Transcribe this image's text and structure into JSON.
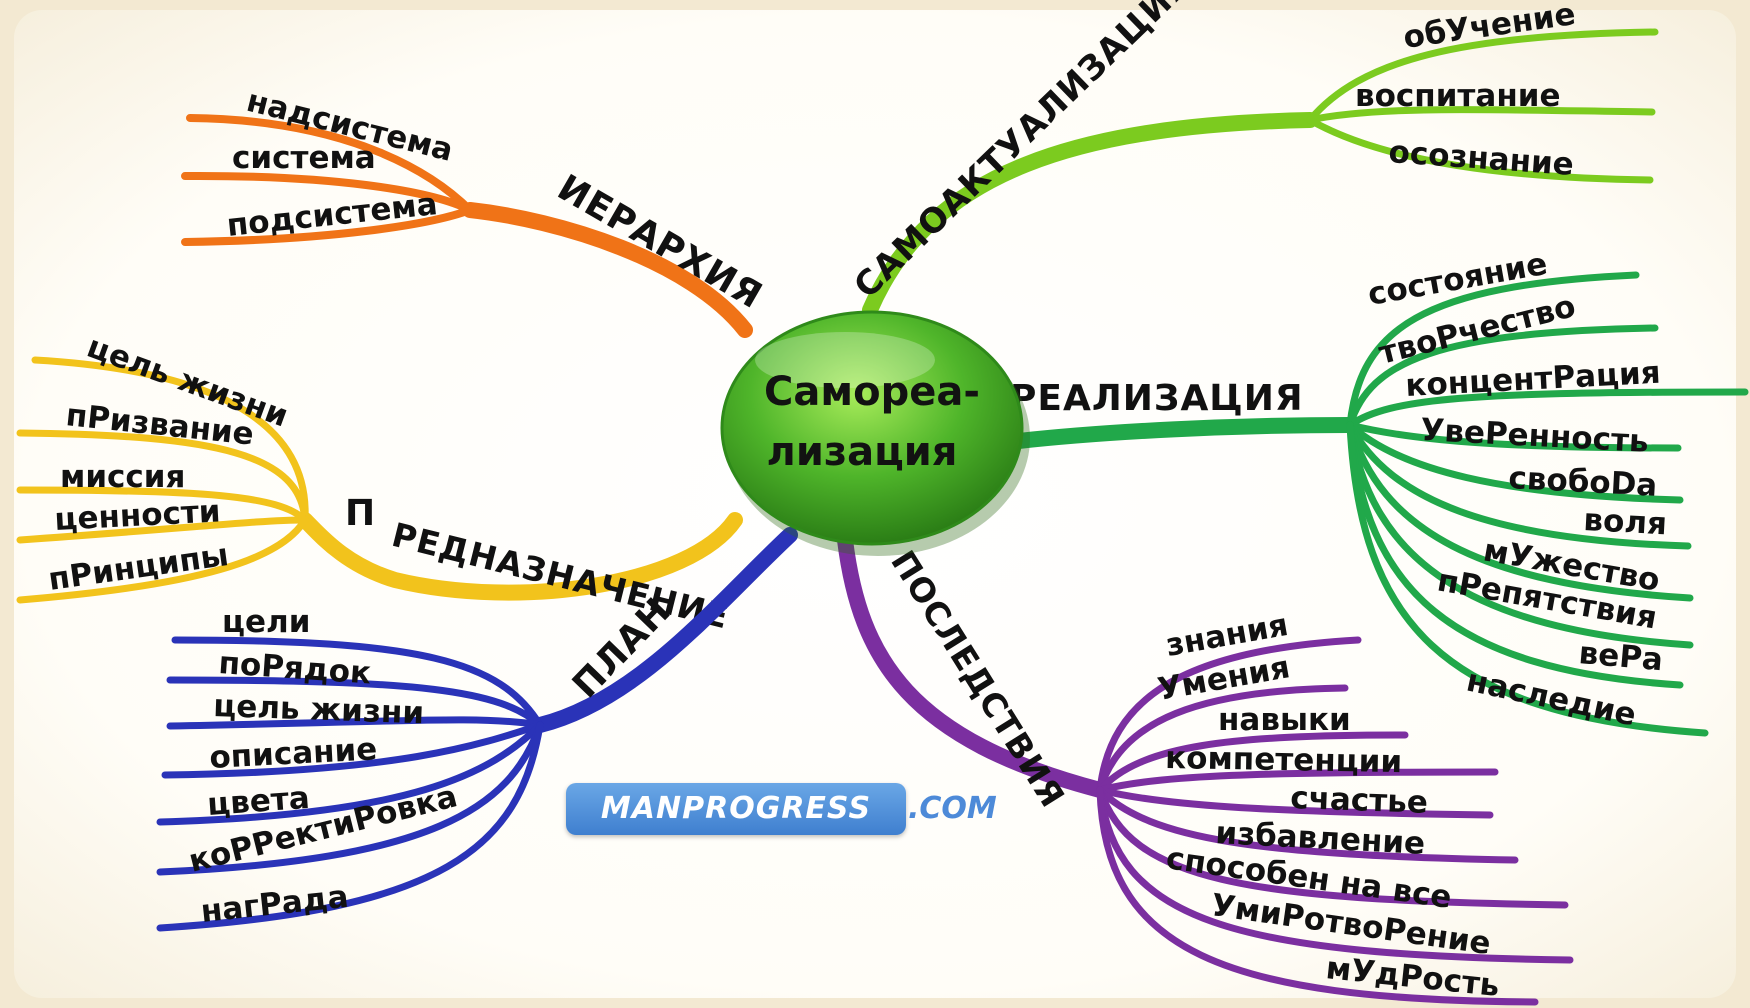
{
  "center": {
    "line1": "Самореа-",
    "line2": "лизация"
  },
  "colors": {
    "hierarchy": "#f07317",
    "self_actualization": "#7ccb1f",
    "realization": "#21a84a",
    "consequences": "#7b2fa0",
    "plan": "#2a33b8",
    "purpose": "#f2c31c",
    "center": "#4fb52a"
  },
  "branches": {
    "hierarchy": {
      "label": "ИЕРАРХИЯ",
      "leaves": [
        "надсистема",
        "система",
        "подсистема"
      ]
    },
    "self_actualization": {
      "label": "САМОАКТУАЛИЗАЦИЯ",
      "leaves": [
        "обУчение",
        "воспитание",
        "осознание"
      ]
    },
    "realization": {
      "label": "РЕАЛИЗАЦИЯ",
      "leaves": [
        "состояние",
        "твоРчество",
        "концентРация",
        "УвеРенность",
        "свобоDа",
        "воля",
        "мУжество",
        "пРепятствия",
        "веРа",
        "наследие"
      ]
    },
    "purpose": {
      "label_first": "П",
      "label_rest": "РЕДНАЗНАЧЕНИЕ",
      "leaves": [
        "цель жизни",
        "пРизвание",
        "миссия",
        "ценности",
        "пРинципы"
      ]
    },
    "plan": {
      "label": "ПЛАН",
      "leaves": [
        "цели",
        "поРядок",
        "цель жизни",
        "описание",
        "цвета",
        "коРРектиРовка",
        "нагРада"
      ]
    },
    "consequences": {
      "label": "ПОСЛЕДСТВИЯ",
      "leaves": [
        "знания",
        "Умения",
        "навыки",
        "компетенции",
        "счастье",
        "избавление",
        "способен на все",
        "УмиРотвоРение",
        "мУдРость"
      ]
    }
  },
  "watermark": {
    "brand": "MANPROGRESS",
    "domain": ".COM"
  }
}
